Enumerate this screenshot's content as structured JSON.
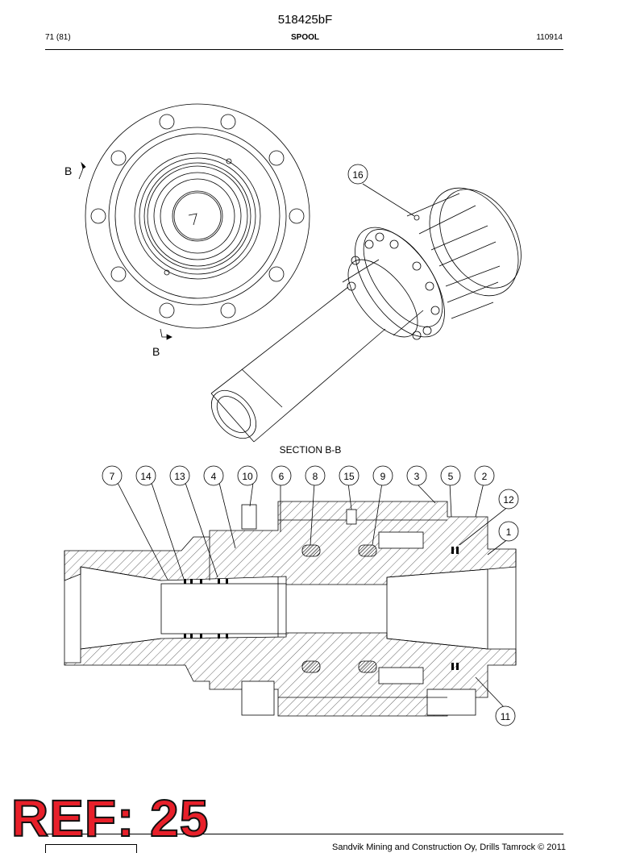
{
  "header": {
    "doc_id": "518425bF",
    "page": "71 (81)",
    "title": "SPOOL",
    "code": "110914"
  },
  "drawing": {
    "section_marker": "B",
    "section_title": "SECTION B-B",
    "callouts": [
      "16",
      "7",
      "14",
      "13",
      "4",
      "10",
      "6",
      "8",
      "15",
      "9",
      "3",
      "5",
      "2",
      "12",
      "1",
      "11"
    ]
  },
  "overlay": {
    "ref_label": "REF: 25"
  },
  "footer": {
    "copyright": "Sandvik Mining and Construction Oy, Drills Tamrock © 2011"
  }
}
